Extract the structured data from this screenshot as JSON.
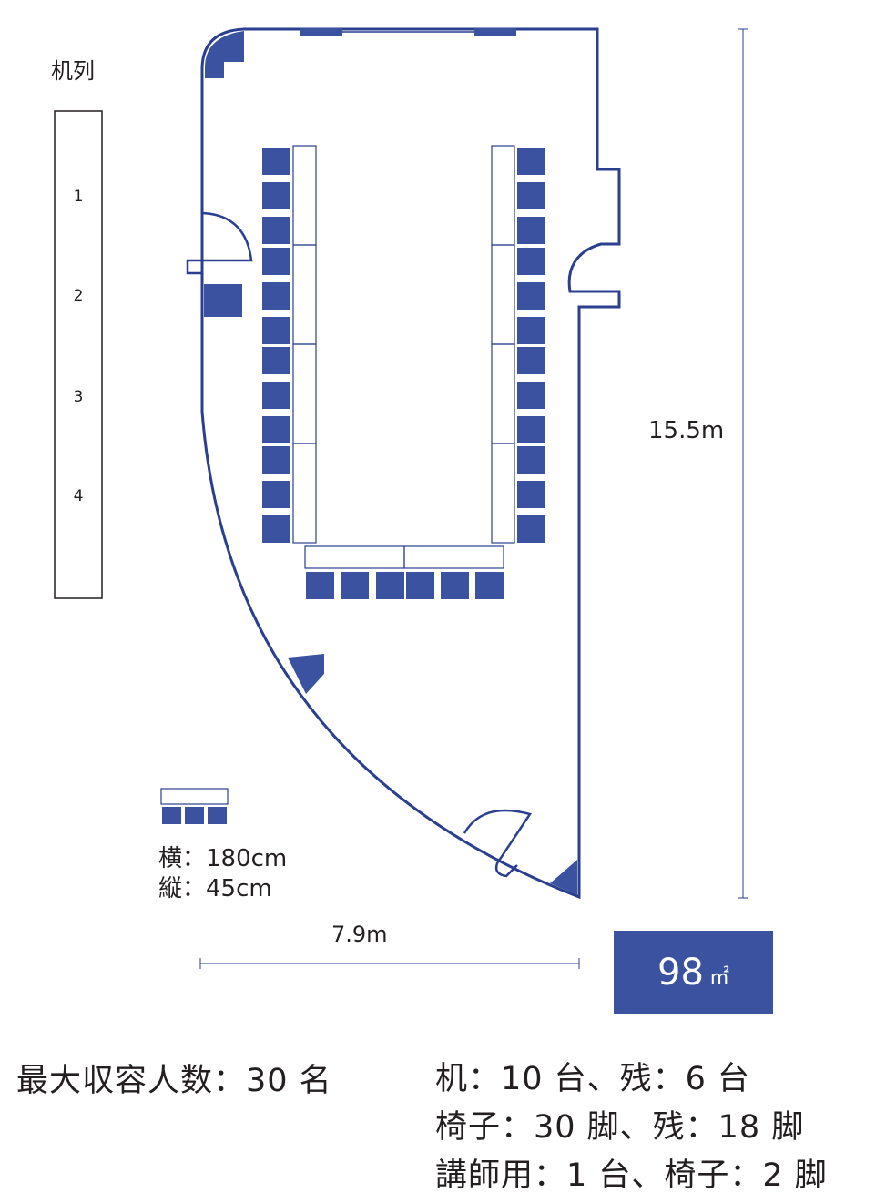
{
  "colors": {
    "accent": "#3a52a0",
    "line": "#2a3f8f",
    "text": "#231f20"
  },
  "desk_column": {
    "title": "机列",
    "numbers": [
      "1",
      "2",
      "3",
      "4"
    ]
  },
  "dimensions": {
    "height": "15.5m",
    "width": "7.9m"
  },
  "legend": {
    "width": "横：180cm",
    "depth": "縦：45cm"
  },
  "area": {
    "value": "98",
    "unit": "㎡"
  },
  "summary": {
    "capacity": "最大収容人数：30 名",
    "desks": "机：10 台、残：6 台",
    "chairs": "椅子：30 脚、残：18 脚",
    "lectern": "講師用：1 台、椅子：2 脚"
  }
}
